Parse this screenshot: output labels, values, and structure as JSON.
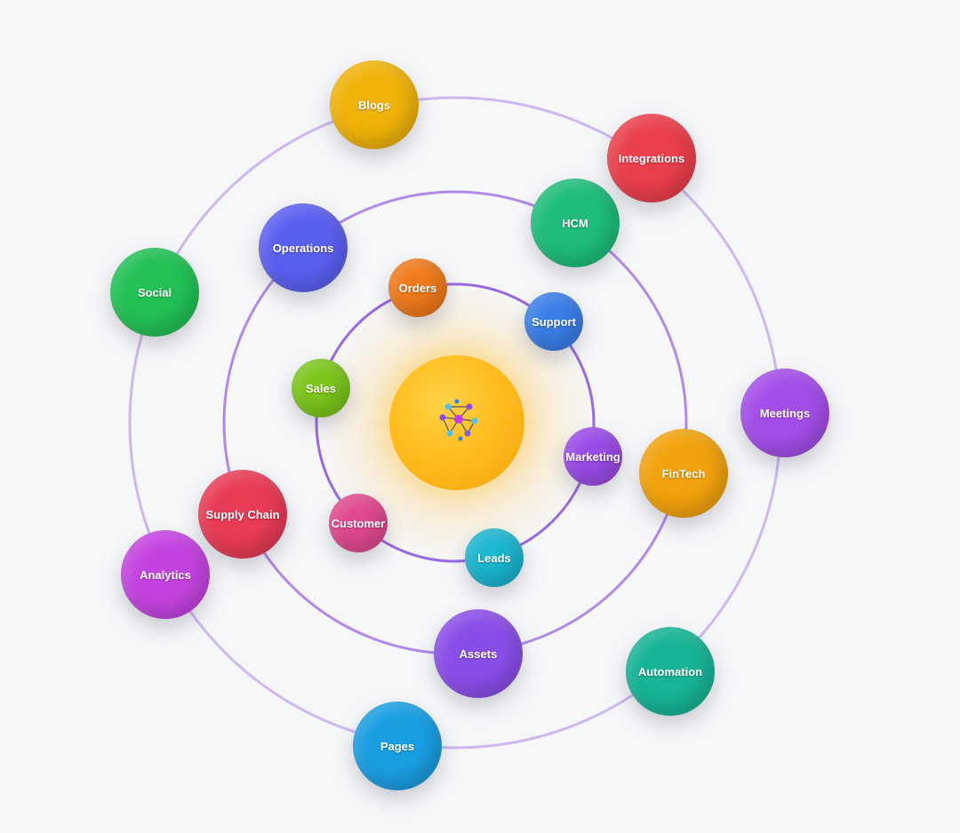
{
  "hub": {
    "icon": "network-graph-icon"
  },
  "orbits": {
    "inner": [
      {
        "label": "Orders",
        "color": "#f07a1c"
      },
      {
        "label": "Support",
        "color": "#3a7ee8"
      },
      {
        "label": "Marketing",
        "color": "#9a4be6"
      },
      {
        "label": "Leads",
        "color": "#1bb6d1"
      },
      {
        "label": "Customer",
        "color": "#e0498f"
      },
      {
        "label": "Sales",
        "color": "#7cc61c"
      }
    ],
    "middle": [
      {
        "label": "HCM",
        "color": "#1ebd7a"
      },
      {
        "label": "FinTech",
        "color": "#f2a20d"
      },
      {
        "label": "Assets",
        "color": "#8a4ee8"
      },
      {
        "label": "Supply Chain",
        "color": "#e83b56"
      },
      {
        "label": "Operations",
        "color": "#5b5ff0"
      }
    ],
    "outer": [
      {
        "label": "Blogs",
        "color": "#f0b30a"
      },
      {
        "label": "Integrations",
        "color": "#ea3f4c"
      },
      {
        "label": "Meetings",
        "color": "#a34ee8"
      },
      {
        "label": "Automation",
        "color": "#17b496"
      },
      {
        "label": "Pages",
        "color": "#1a9ee2"
      },
      {
        "label": "Analytics",
        "color": "#c443e0"
      },
      {
        "label": "Social",
        "color": "#22c055"
      }
    ]
  },
  "colors": {
    "ring_inner": "#9a6ae0",
    "ring_middle": "#b08ae8",
    "ring_outer": "#cdb8f0",
    "background": "#f6f7f9"
  }
}
